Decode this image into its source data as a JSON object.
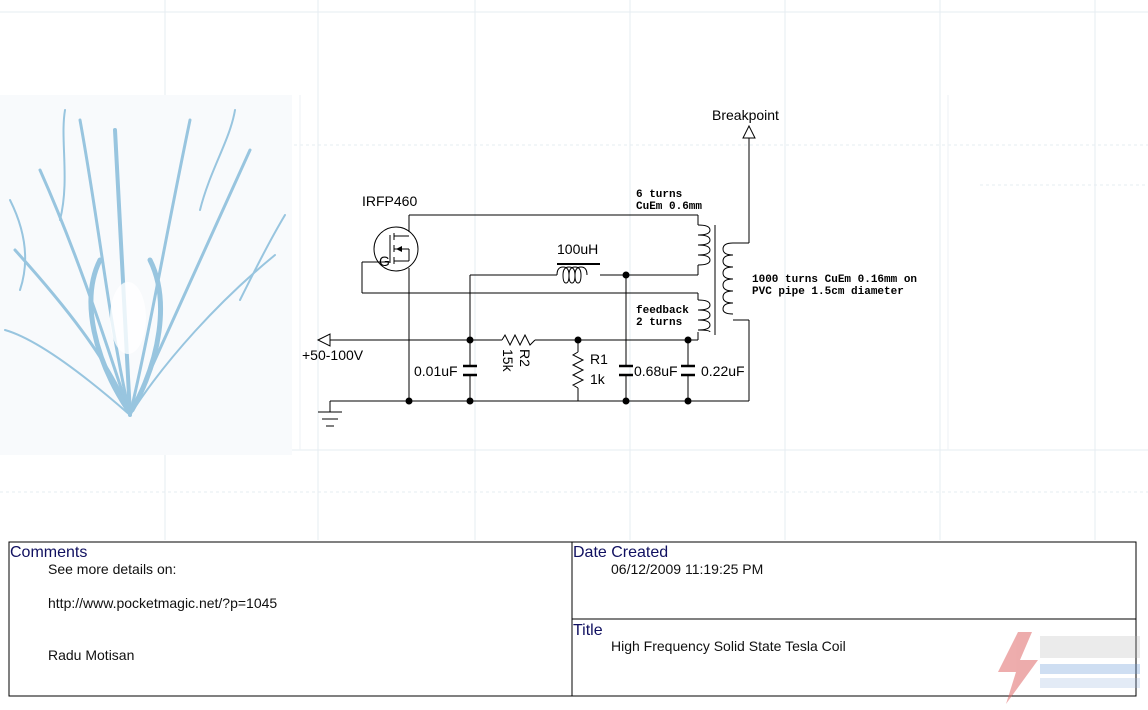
{
  "schematic": {
    "transistor_label": "IRFP460",
    "gate_label": "G",
    "breakpoint_label": "Breakpoint",
    "primary_label_1": "6 turns",
    "primary_label_2": "CuEm 0.6mm",
    "inductor_label": "100uH",
    "secondary_label_1": "1000 turns CuEm 0.16mm on",
    "secondary_label_2": "PVC pipe 1.5cm diameter",
    "feedback_label_1": "feedback",
    "feedback_label_2": "2 turns",
    "supply_label": "+50-100V",
    "r2_name": "R2",
    "r2_value": "15k",
    "r1_name": "R1",
    "r1_value": "1k",
    "c1_label": "0.01uF",
    "c2_label": "0.68uF",
    "c3_label": "0.22uF"
  },
  "title_block": {
    "comments_header": "Comments",
    "comments_line1": "See more details on:",
    "comments_line2": "http://www.pocketmagic.net/?p=1045",
    "comments_line3": "Radu Motisan",
    "date_header": "Date Created",
    "date_value": "06/12/2009 11:19:25 PM",
    "title_header": "Title",
    "title_value": "High Frequency Solid State Tesla Coil"
  },
  "colors": {
    "spark": "#4a9ac8",
    "title_text": "#101060"
  }
}
